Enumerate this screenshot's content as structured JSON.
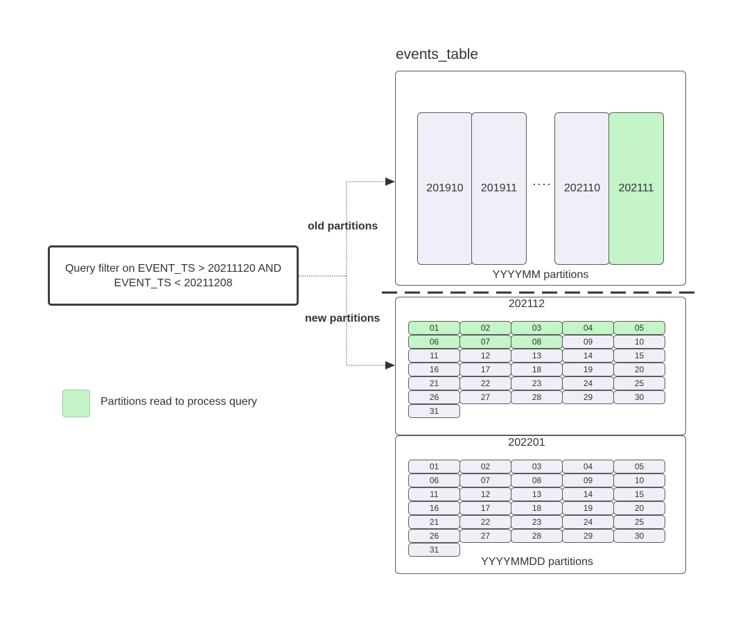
{
  "table_title": "events_table",
  "query_filter": "Query filter on EVENT_TS > 20211120 AND EVENT_TS < 20211208",
  "old_label": "old partitions",
  "new_label": "new partitions",
  "ellipsis": "····",
  "old_partitions": [
    {
      "label": "201910",
      "read": false
    },
    {
      "label": "201911",
      "read": false
    },
    {
      "label": "202110",
      "read": false
    },
    {
      "label": "202111",
      "read": true
    }
  ],
  "old_caption": "YYYYMM partitions",
  "months": [
    {
      "title": "202112",
      "read_through_day": 8
    },
    {
      "title": "202201",
      "read_through_day": 0
    }
  ],
  "days": [
    "01",
    "02",
    "03",
    "04",
    "05",
    "06",
    "07",
    "08",
    "09",
    "10",
    "11",
    "12",
    "13",
    "14",
    "15",
    "16",
    "17",
    "18",
    "19",
    "20",
    "21",
    "22",
    "23",
    "24",
    "25",
    "26",
    "27",
    "28",
    "29",
    "30",
    "31"
  ],
  "new_caption": "YYYYMMDD partitions",
  "legend": {
    "label": "Partitions read to process query",
    "color": "#c4f4c8"
  },
  "colors": {
    "read": "#c4f4c8",
    "unread": "#efeff8",
    "border": "#5b5b5b"
  }
}
